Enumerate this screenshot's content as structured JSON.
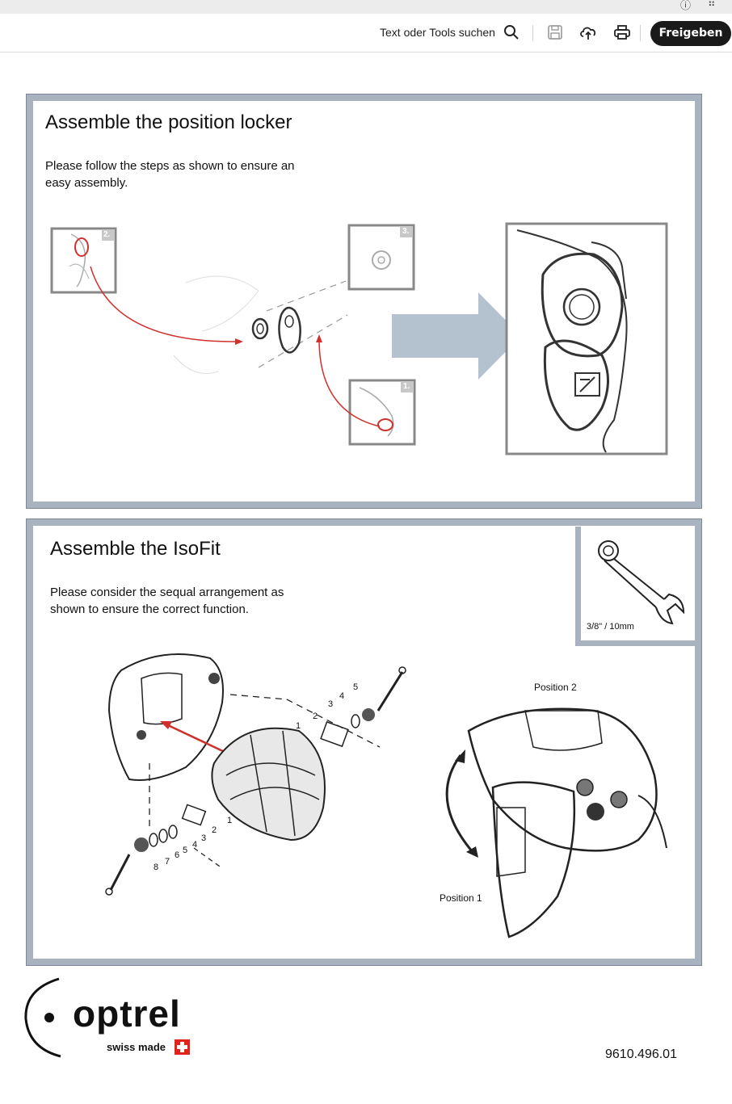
{
  "toolbar": {
    "search_label": "Text oder Tools suchen",
    "share_label": "Freigeben",
    "icons": [
      "info-icon",
      "apps-grid-icon",
      "search-icon",
      "save-icon",
      "cloud-upload-icon",
      "print-icon"
    ]
  },
  "panel1": {
    "title": "Assemble the position locker",
    "body": "Please follow the steps as shown to ensure an\neasy assembly.",
    "step_numbers": [
      "2.",
      "3.",
      "1."
    ]
  },
  "panel2": {
    "title": "Assemble the IsoFit",
    "body": "Please consider the sequal arrangement as\nshown to ensure the correct function.",
    "wrench_label": "3/8\" / 10mm",
    "position_2": "Position 2",
    "position_1": "Position 1",
    "part_numbers_top": [
      "1",
      "2",
      "3",
      "4",
      "5"
    ],
    "part_numbers_bottom": [
      "1",
      "2",
      "3",
      "4",
      "5",
      "6",
      "7",
      "8"
    ]
  },
  "footer": {
    "brand": "optrel",
    "tagline": "swiss made",
    "doc_number": "9610.496.01"
  },
  "colors": {
    "panel_border": "#a9b3bf",
    "accent_red": "#d0312d",
    "button_bg": "#1a1a1a"
  }
}
